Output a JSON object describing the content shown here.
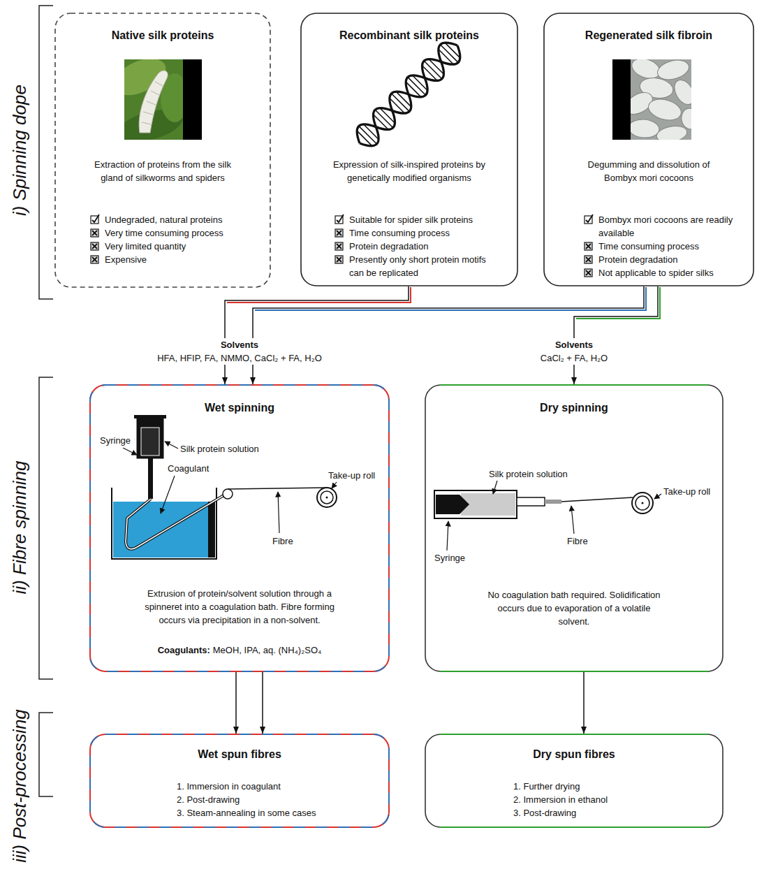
{
  "diagram": {
    "nodes": [
      {
        "text": [
          "Native silk proteins",
          "Extraction of proteins from the silk gland of silkworms and spiders",
          "Undegraded, natural proteins",
          "Very time consuming process",
          "Very limited quantity",
          "Expensive"
        ]
      },
      {
        "text": [
          "Recombinant silk proteins",
          "Expression of silk-inspired proteins by genetically modified organisms",
          "Suitable for spider silk proteins",
          "Time consuming process",
          "Protein degradation",
          "Presently only short protein motifs can be replicated"
        ]
      },
      {
        "text": [
          "Regenerated silk fibroin",
          "Degumming and dissolution of Bombyx mori cocoons",
          "Bombyx mori cocoons are readily available",
          "Time consuming process",
          "Protein degradation",
          "Not applicable to spider silks"
        ]
      },
      {
        "text": [
          "Wet spinning",
          "Extrusion of protein/solvent solution through a spinneret into a coagulation bath. Fibre forming occurs via precipitation in a non-solvent.",
          "Coagulants:",
          "MeOH, IPA, aq. (NH₄)₂SO₄"
        ]
      },
      {
        "text": [
          "Dry spinning",
          "No coagulation bath required. Solidification occurs due to evaporation of a volatile solvent."
        ]
      },
      {
        "text": [
          "Wet spun fibres",
          "1. Immersion in coagulant",
          "2. Post-drawing",
          "3. Steam-annealing in some cases"
        ]
      },
      {
        "text": [
          "Dry spun fibres",
          "1. Further drying",
          "2. Immersion in ethanol",
          "3. Post-drawing"
        ]
      }
    ],
    "edges": [
      {
        "from": 1,
        "to": 3,
        "arrow": "to"
      },
      {
        "from": 2,
        "to": 3,
        "arrow": "to"
      },
      {
        "from": 2,
        "to": 4,
        "arrow": "to"
      },
      {
        "from": 3,
        "to": 5,
        "arrow": "to"
      },
      {
        "from": 3,
        "to": 5,
        "arrow": "to"
      },
      {
        "from": 4,
        "to": 6,
        "arrow": "to"
      }
    ],
    "labels": [
      "i) Spinning dope",
      "ii) Fibre spinning",
      "iii) Post-processing",
      "Solvents",
      "HFA, HFIP, FA, NMMO, CaCl₂ + FA, H₂O",
      "Solvents",
      "CaCl₂ + FA, H₂O",
      "Syringe",
      "Silk protein solution",
      "Coagulant",
      "Fibre",
      "Take-up roll",
      "Silk protein solution",
      "Take-up roll",
      "Fibre",
      "Syringe"
    ]
  }
}
